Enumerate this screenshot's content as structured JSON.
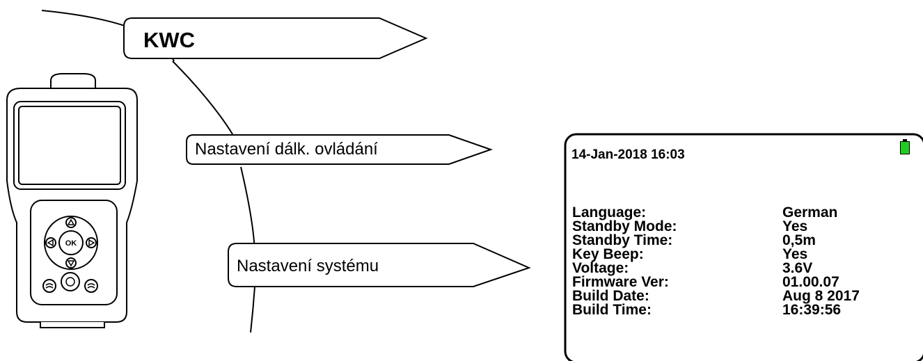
{
  "menu": {
    "root_label": "KWC",
    "items": [
      {
        "label": "Nastavení dálk. ovládání"
      },
      {
        "label": "Nastavení systému"
      }
    ]
  },
  "device": {
    "ok_button_label": "OK"
  },
  "screen": {
    "datetime": "14-Jan-2018 16:03",
    "battery_color": "#22cc22",
    "rows": [
      {
        "key": "Language:",
        "value": "German"
      },
      {
        "key": "Standby Mode:",
        "value": "Yes"
      },
      {
        "key": "Standby Time:",
        "value": "0,5m"
      },
      {
        "key": "Key Beep:",
        "value": "Yes"
      },
      {
        "key": "Voltage:",
        "value": "3.6V"
      },
      {
        "key": "Firmware Ver:",
        "value": "01.00.07"
      },
      {
        "key": "Build Date:",
        "value": "Aug 8 2017"
      },
      {
        "key": "Build Time:",
        "value": "16:39:56"
      }
    ]
  }
}
